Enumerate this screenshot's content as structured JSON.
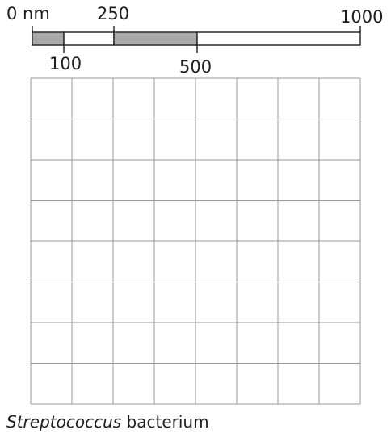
{
  "scale_bar": {
    "unit": "nm",
    "min": 0,
    "max": 1000,
    "ticks": [
      {
        "value": 0,
        "label": "0 nm",
        "side": "top"
      },
      {
        "value": 100,
        "label": "100",
        "side": "bottom"
      },
      {
        "value": 250,
        "label": "250",
        "side": "top"
      },
      {
        "value": 500,
        "label": "500",
        "side": "bottom"
      },
      {
        "value": 1000,
        "label": "1000",
        "side": "top"
      }
    ],
    "segments": [
      {
        "from": 0,
        "to": 100,
        "shaded": true
      },
      {
        "from": 100,
        "to": 250,
        "shaded": false
      },
      {
        "from": 250,
        "to": 500,
        "shaded": true
      },
      {
        "from": 500,
        "to": 1000,
        "shaded": false
      }
    ],
    "colors": {
      "shaded": "#a9a9a9",
      "unshaded": "#ffffff",
      "outline": "#2a2a2a"
    }
  },
  "grid": {
    "columns": 8,
    "rows": 8,
    "line_color": "#9a9a9a"
  },
  "caption": {
    "italic_part": "Streptococcus",
    "plain_part": " bacterium"
  }
}
